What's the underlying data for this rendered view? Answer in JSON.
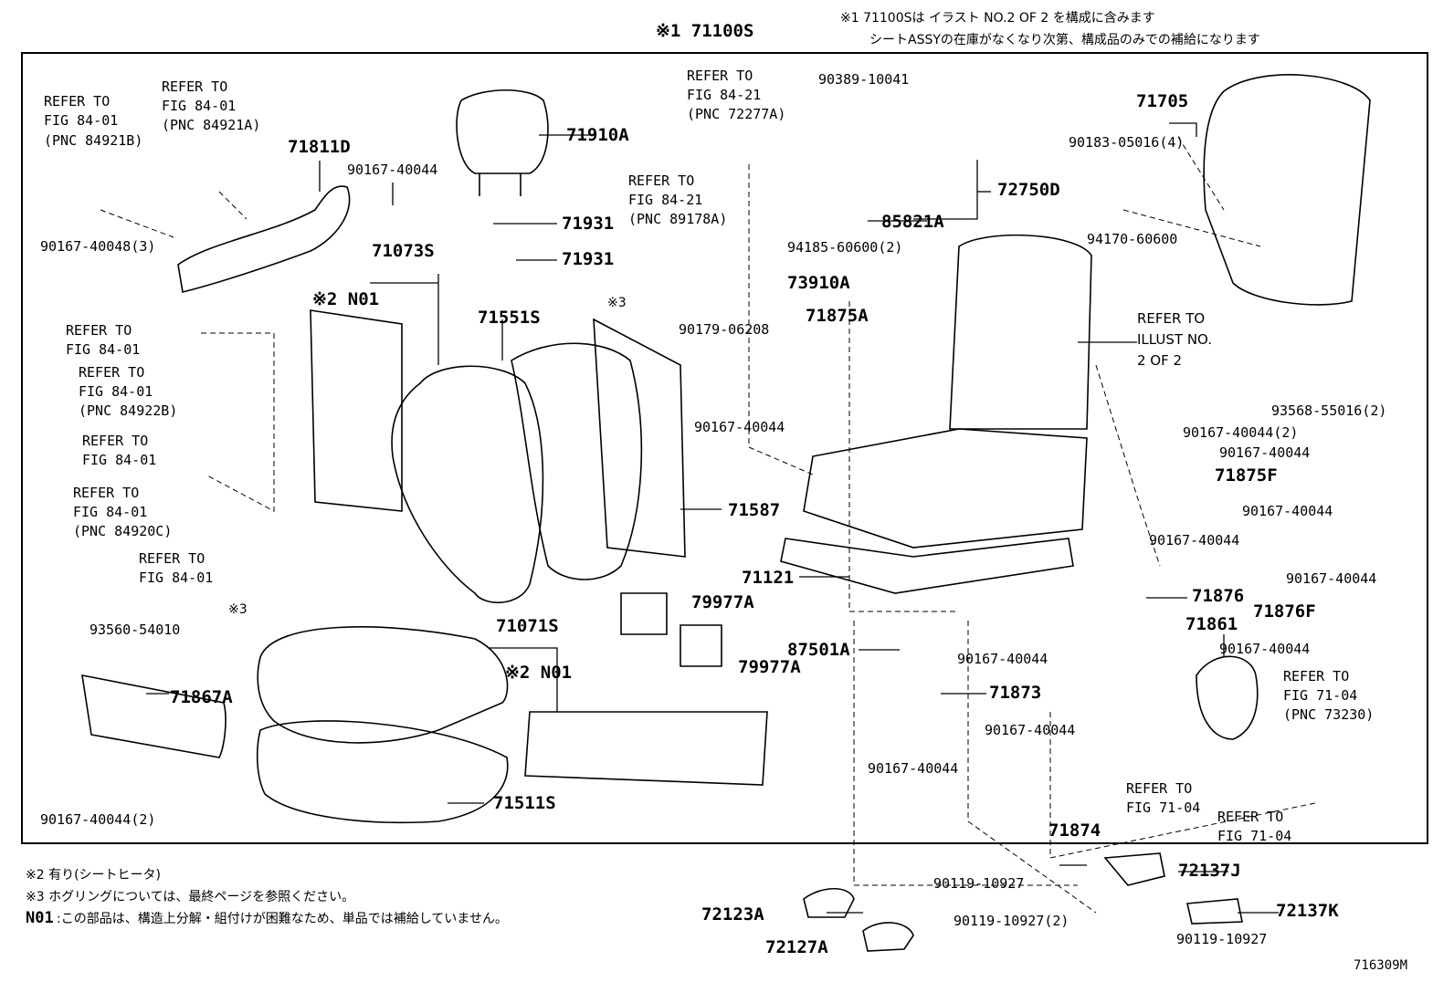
{
  "header": {
    "assembly_number": "※1 71100S",
    "note_line1": "※1 71100Sは イラスト NO.2 OF 2 を構成に含みます",
    "note_line2": "シートASSYの在庫がなくなり次第、構成品のみでの補給になります"
  },
  "callouts": {
    "c1": "REFER TO",
    "c2": "FIG 84-01",
    "c3": "(PNC 84921B)",
    "c4": "REFER TO",
    "c5": "FIG 84-01",
    "c6": "(PNC 84921A)",
    "c7": "71811D",
    "c8": "90167-40044",
    "c9": "90167-40048(3)",
    "c10": "71910A",
    "c11": "71931",
    "c12": "71931",
    "c13": "71073S",
    "c14": "※2 N01",
    "c15": "71551S",
    "c16": "※3",
    "c17": "REFER TO",
    "c18": "FIG 84-01",
    "c19": "REFER TO",
    "c20": "FIG 84-01",
    "c21": "(PNC 84922B)",
    "c22": "REFER TO",
    "c23": "FIG 84-01",
    "c24": "REFER TO",
    "c25": "FIG 84-01",
    "c26": "(PNC 84920C)",
    "c27": "REFER TO",
    "c28": "FIG 84-01",
    "c29": "REFER TO",
    "c30": "FIG 84-21",
    "c31": "(PNC 72277A)",
    "c32": "REFER TO",
    "c33": "FIG 84-21",
    "c34": "(PNC 89178A)",
    "c35": "90389-10041",
    "c36": "72750D",
    "c37": "85821A",
    "c38": "94185-60600(2)",
    "c39": "73910A",
    "c40": "71875A",
    "c41": "90179-06208",
    "c42": "90167-40044",
    "c43": "71587",
    "c44": "71121",
    "c45": "79977A",
    "c46": "79977A",
    "c47": "71705",
    "c48": "90183-05016(4)",
    "c49": "94170-60600",
    "c50": "REFER TO",
    "c51": "ILLUST NO.",
    "c52": "2 OF 2",
    "c53": "93568-55016(2)",
    "c54": "90167-40044(2)",
    "c55": "90167-40044",
    "c56": "71875F",
    "c57": "90167-40044",
    "c58": "90167-40044",
    "c59": "90167-40044",
    "c60": "71876F",
    "c61": "71876",
    "c62": "71861",
    "c63": "90167-40044",
    "c64": "REFER TO",
    "c65": "FIG 71-04",
    "c66": "(PNC 73230)",
    "c67": "93560-54010",
    "c68": "※3",
    "c69": "71867A",
    "c70": "90167-40044(2)",
    "c71": "71071S",
    "c72": "※2 N01",
    "c73": "71511S",
    "c74": "87501A",
    "c75": "90167-40044",
    "c76": "71873",
    "c77": "90167-40044",
    "c78": "90167-40044",
    "c79": "71874",
    "c80": "REFER TO",
    "c81": "FIG 71-04",
    "c82": "REFER TO",
    "c83": "FIG 71-04",
    "c84": "90119-10927",
    "c85": "72137J",
    "c86": "72123A",
    "c87": "90119-10927(2)",
    "c88": "72137K",
    "c89": "72127A",
    "c90": "90119-10927"
  },
  "legend": {
    "n2": "※2 有り(シートヒータ)",
    "n3": "※3 ホグリングについては、最終ページを参照ください。",
    "n01_code": "N01",
    "n01_text": ":この部品は、構造上分解・組付けが困難なため、単品では補給していません。"
  },
  "figure_id": "716309M"
}
